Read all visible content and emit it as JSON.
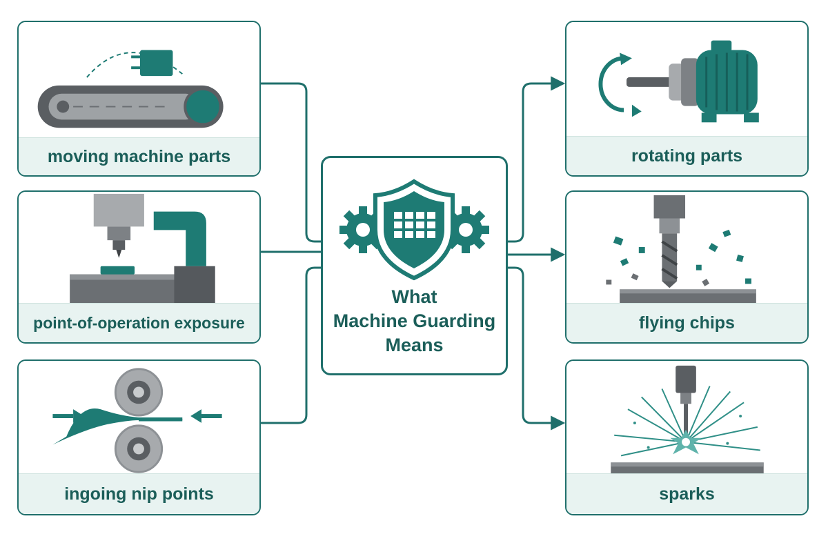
{
  "diagram": {
    "title_lines": [
      "What",
      "Machine Guarding",
      "Means"
    ],
    "hazards_left": [
      {
        "label": "moving machine parts",
        "icon": "conveyor-belt-icon"
      },
      {
        "label": "point-of-operation exposure",
        "icon": "press-machine-icon"
      },
      {
        "label": "ingoing nip points",
        "icon": "nip-rollers-icon"
      }
    ],
    "hazards_right": [
      {
        "label": "rotating parts",
        "icon": "motor-icon"
      },
      {
        "label": "flying chips",
        "icon": "drill-bit-icon"
      },
      {
        "label": "sparks",
        "icon": "welding-sparks-icon"
      }
    ],
    "center_icon": "shield-gears-icon"
  },
  "colors": {
    "primary": "#1f6f6b",
    "teal": "#1e7b74",
    "text": "#1b5e59",
    "label_bg": "#e8f3f1",
    "gray": "#6b6f73",
    "light_gray": "#a7aaad"
  }
}
